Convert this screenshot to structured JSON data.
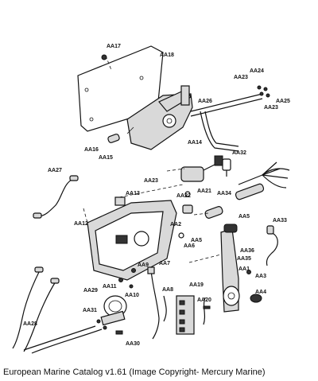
{
  "caption": "European Marine Catalog v1.61 (Image Copyright- Mercury Marine)",
  "callouts": [
    "AA17",
    "AA18",
    "AA24",
    "AA23",
    "AA25",
    "AA23",
    "AA26",
    "AA16",
    "AA15",
    "AA14",
    "AA32",
    "AA27",
    "AA23",
    "AA21",
    "AA22",
    "AA13",
    "AA34",
    "AA5",
    "AA33",
    "AA12",
    "AA2",
    "AA6",
    "AA5",
    "AA36",
    "AA35",
    "AA9",
    "AA7",
    "AA11",
    "AA10",
    "AA8",
    "AA1",
    "AA3",
    "AA29",
    "AA19",
    "AA4",
    "AA31",
    "AA20",
    "AA28",
    "AA30"
  ],
  "colors": {
    "line": "#111111",
    "part_fill": "#d9d9d9",
    "background": "#ffffff"
  }
}
